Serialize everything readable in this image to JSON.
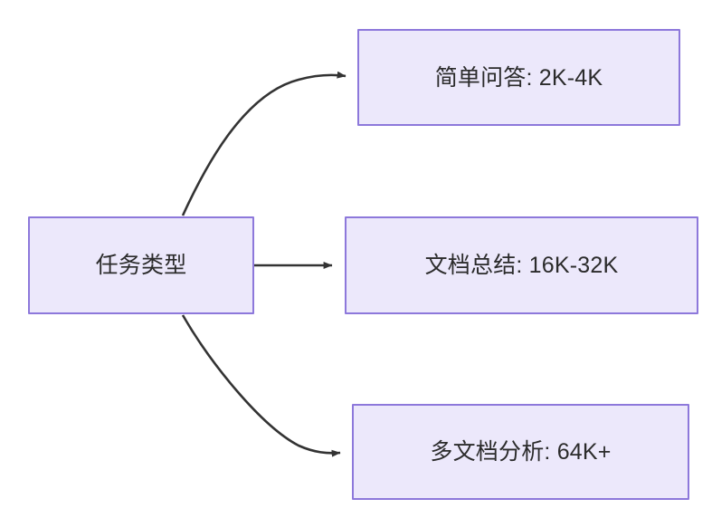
{
  "diagram": {
    "type": "flowchart",
    "direction": "left-to-right",
    "background_color": "#FFFFFF",
    "node_fill_color": "#ECE8FB",
    "node_border_color": "#8D78DB",
    "node_text_color": "#2B2B2B",
    "edge_color": "#333333",
    "nodes": [
      {
        "id": "source",
        "label": "任务类型"
      },
      {
        "id": "simple_qa",
        "label": "简单问答: 2K-4K"
      },
      {
        "id": "doc_summary",
        "label": "文档总结: 16K-32K"
      },
      {
        "id": "multi_doc",
        "label": "多文档分析: 64K+"
      }
    ],
    "edges": [
      {
        "from": "source",
        "to": "simple_qa",
        "label": "",
        "style": "curved-arrow"
      },
      {
        "from": "source",
        "to": "doc_summary",
        "label": "",
        "style": "straight-arrow"
      },
      {
        "from": "source",
        "to": "multi_doc",
        "label": "",
        "style": "curved-arrow"
      }
    ]
  }
}
